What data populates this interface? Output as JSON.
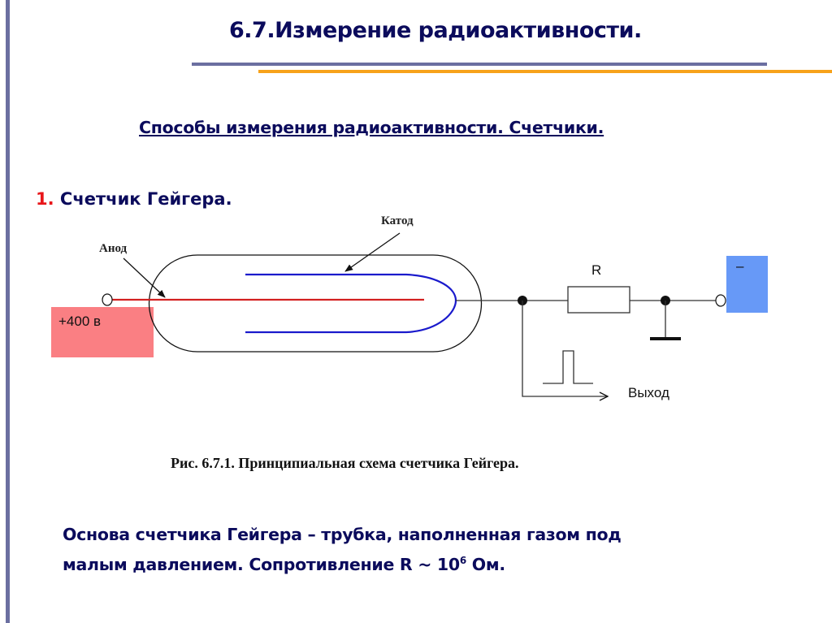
{
  "slide": {
    "title": "6.7.Измерение радиоактивности.",
    "subtitle": "Способы измерения радиоактивности. Счетчики.",
    "section_number": "1.",
    "section_title": "Счетчик Гейгера.",
    "caption": "Рис. 6.7.1. Принципиальная схема счетчика Гейгера.",
    "body_line1": "Основа счетчика Гейгера – трубка, наполненная газом под",
    "body_line2_prefix": "малым давлением. Сопротивление R ~ 10",
    "body_line2_exp": "6",
    "body_line2_suffix": " Ом."
  },
  "diagram": {
    "anode_label": "Анод",
    "cathode_label": "Катод",
    "resistor_label": "R",
    "positive_supply_label": "+400 в",
    "negative_supply_label": "–",
    "output_label": "Выход"
  },
  "colors": {
    "title": "#0b0b5c",
    "accent_red": "#e8161a",
    "rule_purple": "#6b6fa0",
    "rule_orange": "#f7a21b",
    "positive_box": "#fa7f83",
    "negative_box": "#6799f7",
    "anode_wire": "#d32020",
    "cathode": "#1a1acc"
  }
}
